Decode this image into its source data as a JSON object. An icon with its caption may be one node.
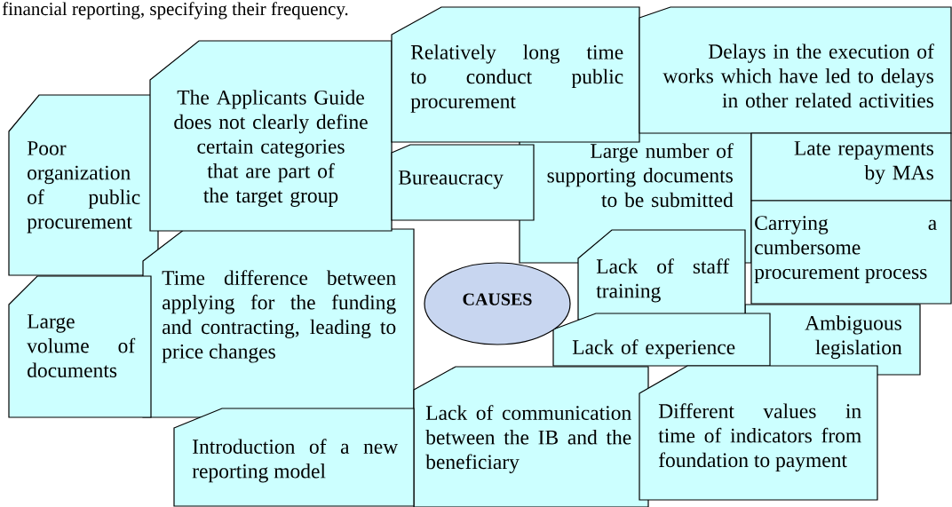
{
  "diagram": {
    "nodes": [
      {
        "text": [
          "Relatively long time to conduct public procurement"
        ]
      },
      {
        "text": [
          "Delays in the execution of works which have led to delays in other related activities"
        ]
      },
      {
        "text": [
          "The Applicants Guide does not clearly define certain categories that are part of the target group"
        ]
      },
      {
        "text": [
          "Poor organization of public procurement"
        ]
      },
      {
        "text": [
          "Late repayments by MAs"
        ]
      },
      {
        "text": [
          "Large number of supporting documents to be submitted"
        ]
      },
      {
        "text": [
          "Bureaucracy"
        ]
      },
      {
        "text": [
          "Carrying a cumbersome procurement process"
        ]
      },
      {
        "text": [
          "Time difference between applying for the funding and contracting, leading to price changes"
        ]
      },
      {
        "text": [
          "CAUSES"
        ]
      },
      {
        "text": [
          "Lack of staff training"
        ]
      },
      {
        "text": [
          "Large volume of documents"
        ]
      },
      {
        "text": [
          "Ambiguous legislation"
        ]
      },
      {
        "text": [
          "Lack of experience"
        ]
      },
      {
        "text": [
          "Lack of communication between the IB and the beneficiary"
        ]
      },
      {
        "text": [
          "Different values in time of indicators from foundation to payment"
        ]
      },
      {
        "text": [
          "Introduction of a new reporting model"
        ]
      }
    ],
    "edges": [],
    "labels": [
      "financial reporting, specifying their frequency."
    ]
  }
}
